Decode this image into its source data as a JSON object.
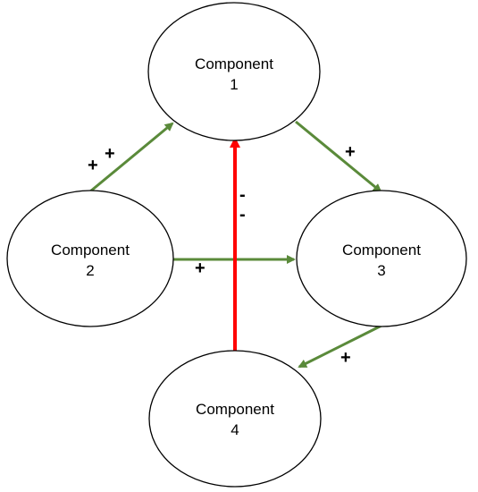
{
  "colors": {
    "positive_edge": "#5a8a3a",
    "negative_edge": "#ff0000",
    "node_border": "#000000",
    "background": "#ffffff"
  },
  "nodes": [
    {
      "id": "c1",
      "line1": "Component",
      "line2": "1"
    },
    {
      "id": "c2",
      "line1": "Component",
      "line2": "2"
    },
    {
      "id": "c3",
      "line1": "Component",
      "line2": "3"
    },
    {
      "id": "c4",
      "line1": "Component",
      "line2": "4"
    }
  ],
  "edges": [
    {
      "from": "c2",
      "to": "c1",
      "sign": "positive",
      "label_a": "+",
      "label_b": "+"
    },
    {
      "from": "c1",
      "to": "c3",
      "sign": "positive",
      "label_a": "+"
    },
    {
      "from": "c2",
      "to": "c3",
      "sign": "positive",
      "label_a": "+"
    },
    {
      "from": "c3",
      "to": "c4",
      "sign": "positive",
      "label_a": "+"
    },
    {
      "from": "c4",
      "to": "c1",
      "sign": "negative",
      "label_a": "-",
      "label_b": "-"
    }
  ]
}
